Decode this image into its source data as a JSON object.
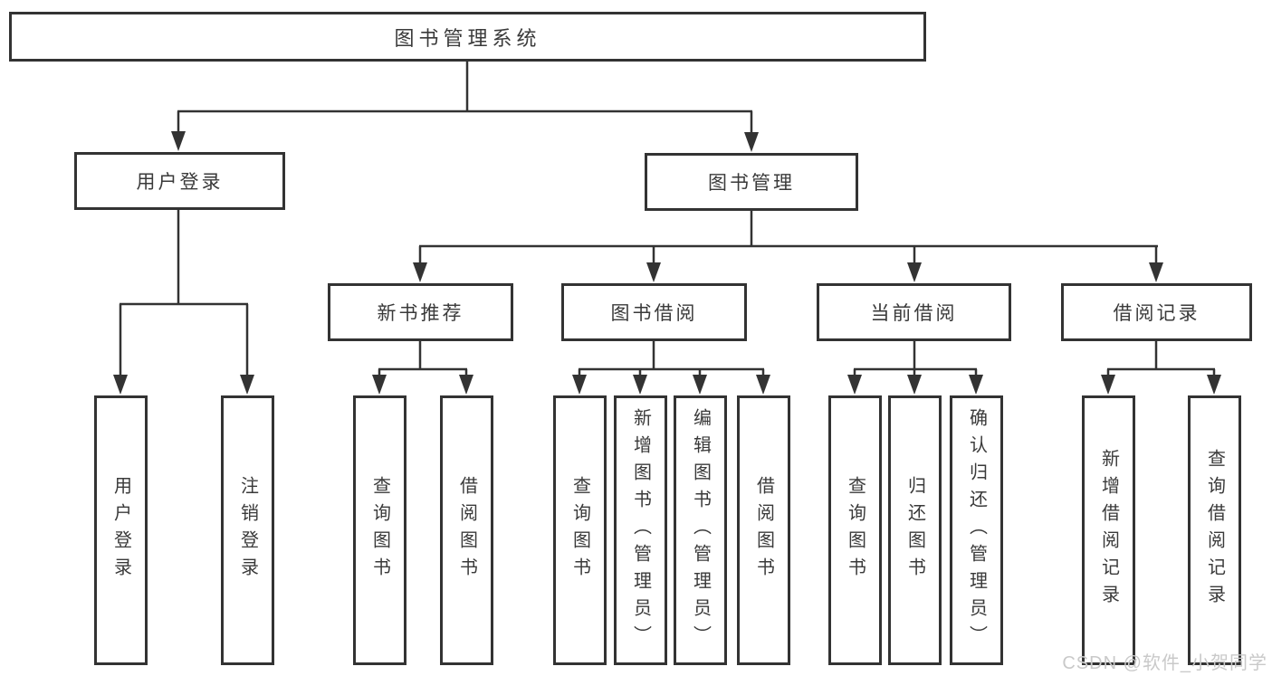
{
  "diagram": {
    "title": "图书管理系统",
    "root": {
      "label": "图书管理系统"
    },
    "branches": [
      {
        "label": "用户登录"
      },
      {
        "label": "图书管理"
      }
    ],
    "modules": [
      {
        "label": "新书推荐",
        "parent": "图书管理"
      },
      {
        "label": "图书借阅",
        "parent": "图书管理"
      },
      {
        "label": "当前借阅",
        "parent": "图书管理"
      },
      {
        "label": "借阅记录",
        "parent": "图书管理"
      }
    ],
    "leaves": [
      {
        "label": "用户登录",
        "parent": "用户登录"
      },
      {
        "label": "注销登录",
        "parent": "用户登录"
      },
      {
        "label": "查询图书",
        "parent": "新书推荐"
      },
      {
        "label": "借阅图书",
        "parent": "新书推荐"
      },
      {
        "label": "查询图书",
        "parent": "图书借阅"
      },
      {
        "label": "新增图书（管理员）",
        "parent": "图书借阅"
      },
      {
        "label": "编辑图书（管理员）",
        "parent": "图书借阅"
      },
      {
        "label": "借阅图书",
        "parent": "图书借阅"
      },
      {
        "label": "查询图书",
        "parent": "当前借阅"
      },
      {
        "label": "归还图书",
        "parent": "当前借阅"
      },
      {
        "label": "确认归还（管理员）",
        "parent": "当前借阅"
      },
      {
        "label": "新增借阅记录",
        "parent": "借阅记录"
      },
      {
        "label": "查询借阅记录",
        "parent": "借阅记录"
      }
    ]
  },
  "watermark": {
    "text": "CSDN @软件_小贺同学"
  },
  "colors": {
    "line": "#333333",
    "node_border": "#333333",
    "text": "#3a3a3a",
    "watermark": "#c9c9c9",
    "background": "#ffffff"
  }
}
